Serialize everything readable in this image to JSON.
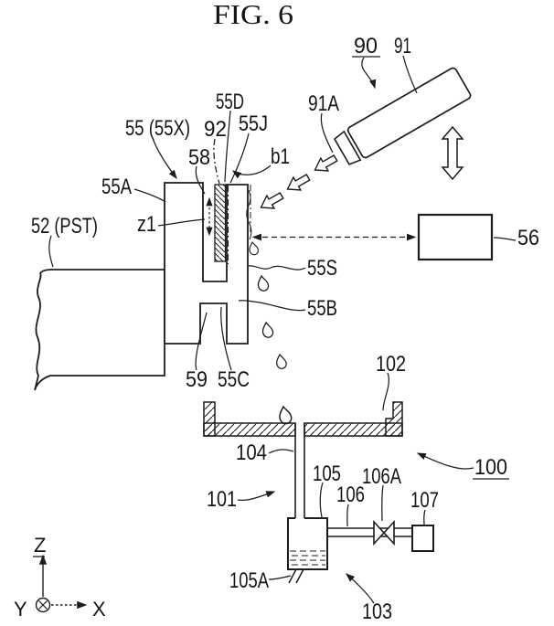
{
  "figure_title": "FIG. 6",
  "labels": {
    "l90": "90",
    "l91": "91",
    "l91a": "91A",
    "l55x": "55 (55X)",
    "l92": "92",
    "l55d": "55D",
    "l55j": "55J",
    "l58": "58",
    "lb1": "b1",
    "l55a": "55A",
    "l52": "52 (PST)",
    "lz1": "z1",
    "l56": "56",
    "l55s": "55S",
    "l55b": "55B",
    "l59": "59",
    "l55c": "55C",
    "l102": "102",
    "l104": "104",
    "l100": "100",
    "l101": "101",
    "l105": "105",
    "l106": "106",
    "l106a": "106A",
    "l107": "107",
    "l105a": "105A",
    "l103": "103"
  },
  "axes": {
    "z": "Z",
    "y": "Y",
    "x": "X"
  },
  "colors": {
    "line": "#1c1c1c",
    "background": "#ffffff"
  }
}
